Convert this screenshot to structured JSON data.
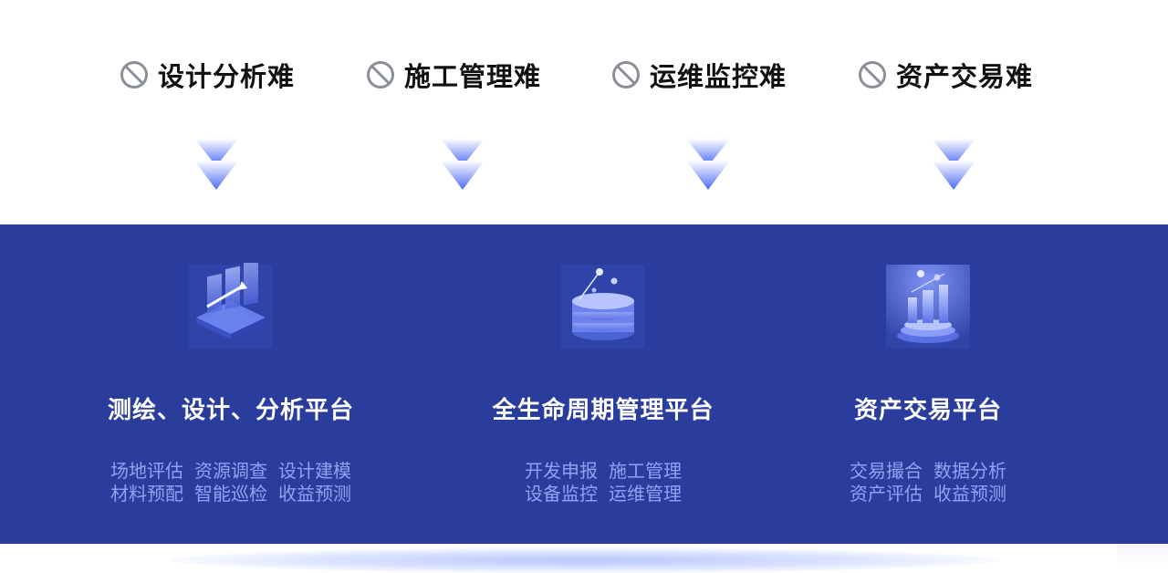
{
  "problems": [
    {
      "label": "设计分析难",
      "icon": "ban-icon"
    },
    {
      "label": "施工管理难",
      "icon": "ban-icon"
    },
    {
      "label": "运维监控难",
      "icon": "ban-icon"
    },
    {
      "label": "资产交易难",
      "icon": "ban-icon"
    }
  ],
  "platforms": [
    {
      "title": "测绘、设计、分析平台",
      "icon": "design-layers-icon",
      "features": [
        [
          "场地评估",
          "资源调查",
          "设计建模"
        ],
        [
          "材料预配",
          "智能巡检",
          "收益预测"
        ]
      ]
    },
    {
      "title": "全生命周期管理平台",
      "icon": "database-stack-icon",
      "features": [
        [
          "开发申报",
          "施工管理"
        ],
        [
          "设备监控",
          "运维管理"
        ]
      ]
    },
    {
      "title": "资产交易平台",
      "icon": "bar-chart-pedestal-icon",
      "features": [
        [
          "交易撮合",
          "数据分析"
        ],
        [
          "资产评估",
          "收益预测"
        ]
      ]
    }
  ],
  "colors": {
    "band": "#2a3c9c",
    "feature_text": "#8fa3f4",
    "title_text": "#ffffff",
    "problem_text": "#111111",
    "arrow": "#4d6cf5"
  }
}
